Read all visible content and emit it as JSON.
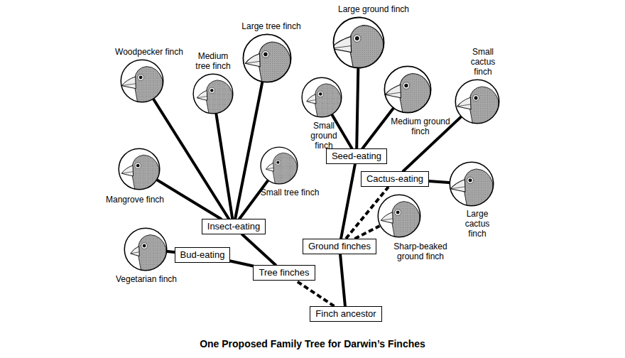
{
  "diagram": {
    "title": "One Proposed Family Tree for Darwin’s Finches",
    "nodes": [
      {
        "text": [
          "Woodpecker finch"
        ]
      },
      {
        "text": [
          "Medium tree finch"
        ]
      },
      {
        "text": [
          "Large tree finch"
        ]
      },
      {
        "text": [
          "Large ground finch"
        ]
      },
      {
        "text": [
          "Small ground finch"
        ]
      },
      {
        "text": [
          "Medium ground finch"
        ]
      },
      {
        "text": [
          "Small cactus finch"
        ]
      },
      {
        "text": [
          "Seed-eating"
        ]
      },
      {
        "text": [
          "Mangrove finch"
        ]
      },
      {
        "text": [
          "Small tree finch"
        ]
      },
      {
        "text": [
          "Cactus-eating"
        ]
      },
      {
        "text": [
          "Large cactus finch"
        ]
      },
      {
        "text": [
          "Insect-eating"
        ]
      },
      {
        "text": [
          "Sharp-beaked ground finch"
        ]
      },
      {
        "text": [
          "Ground finches"
        ]
      },
      {
        "text": [
          "Vegetarian finch"
        ]
      },
      {
        "text": [
          "Bud-eating"
        ]
      },
      {
        "text": [
          "Tree finches"
        ]
      },
      {
        "text": [
          "Finch ancestor"
        ]
      }
    ],
    "edges": [
      {
        "from": 18,
        "to": 17,
        "arrow": "none"
      },
      {
        "from": 18,
        "to": 14,
        "arrow": "none"
      },
      {
        "from": 17,
        "to": 16,
        "arrow": "none"
      },
      {
        "from": 17,
        "to": 12,
        "arrow": "none"
      },
      {
        "from": 16,
        "to": 15,
        "arrow": "none"
      },
      {
        "from": 12,
        "to": 8,
        "arrow": "none"
      },
      {
        "from": 12,
        "to": 0,
        "arrow": "none"
      },
      {
        "from": 12,
        "to": 1,
        "arrow": "none"
      },
      {
        "from": 12,
        "to": 2,
        "arrow": "none"
      },
      {
        "from": 12,
        "to": 9,
        "arrow": "none"
      },
      {
        "from": 14,
        "to": 13,
        "arrow": "none"
      },
      {
        "from": 14,
        "to": 10,
        "arrow": "none"
      },
      {
        "from": 14,
        "to": 7,
        "arrow": "none"
      },
      {
        "from": 10,
        "to": 6,
        "arrow": "none"
      },
      {
        "from": 10,
        "to": 11,
        "arrow": "none"
      },
      {
        "from": 7,
        "to": 4,
        "arrow": "none"
      },
      {
        "from": 7,
        "to": 3,
        "arrow": "none"
      },
      {
        "from": 7,
        "to": 5,
        "arrow": "none"
      }
    ]
  }
}
